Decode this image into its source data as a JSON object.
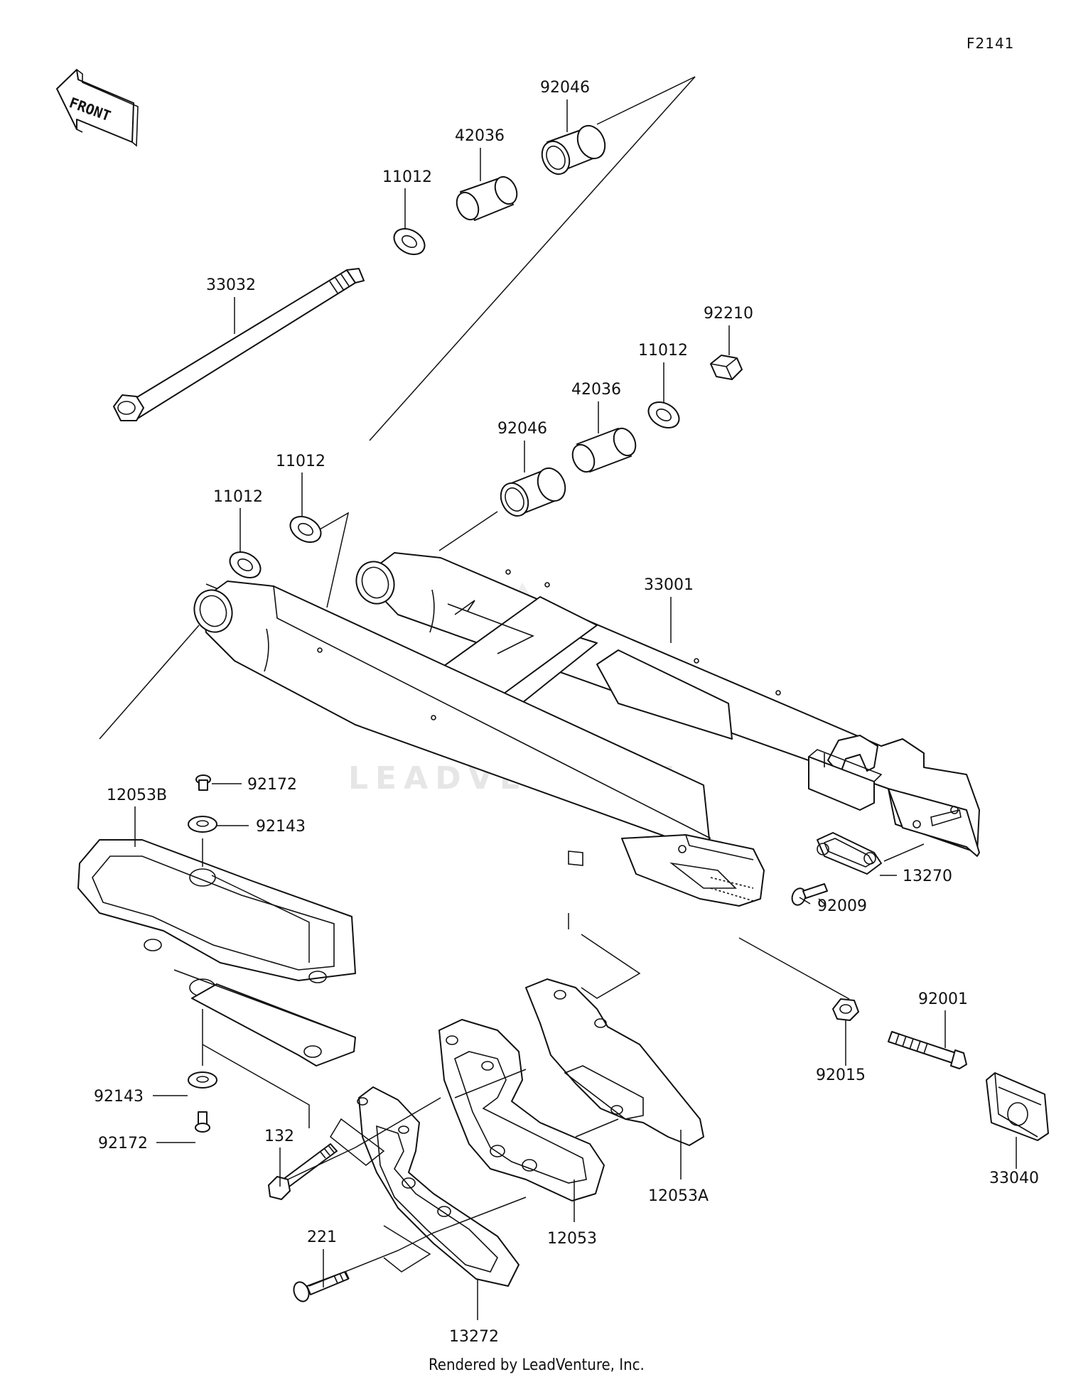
{
  "figure_code": "F2141",
  "front_arrow_label": "FRONT",
  "watermark": "LEADVENTURE",
  "footer": "Rendered by LeadVenture, Inc.",
  "labels": {
    "p92046a": "92046",
    "p42036a": "42036",
    "p11012a": "11012",
    "p33032": "33032",
    "p92210": "92210",
    "p11012b": "11012",
    "p42036b": "42036",
    "p92046b": "92046",
    "p11012c": "11012",
    "p11012d": "11012",
    "p33001": "33001",
    "p92172a": "92172",
    "p12053b": "12053B",
    "p92143a": "92143",
    "p13270": "13270",
    "p92009": "92009",
    "p92001": "92001",
    "p92015": "92015",
    "p33040": "33040",
    "p92143b": "92143",
    "p92172b": "92172",
    "p132": "132",
    "p12053a": "12053A",
    "p12053": "12053",
    "p221": "221",
    "p13272": "13272"
  }
}
